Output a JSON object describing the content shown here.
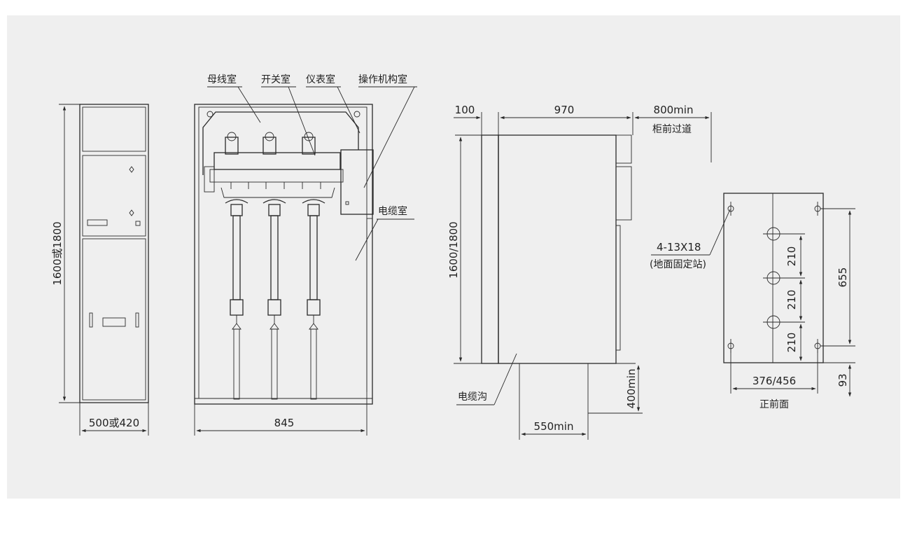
{
  "labels": {
    "busbar_room": "母线室",
    "switch_room": "开关室",
    "meter_room": "仪表室",
    "mechanism_room": "操作机构室",
    "cable_room": "电缆室",
    "cable_trench": "电缆沟",
    "front_passage": "柜前过道",
    "front_face": "正前面",
    "bolt_spec": "4-13X18",
    "bolt_note": "(地面固定站)"
  },
  "dimensions": {
    "front_height": "1600或1800",
    "front_width": "500或420",
    "side_depth": "845",
    "side_offset": "100",
    "side_width": "970",
    "passage_min": "800min",
    "side_height": "1600/1800",
    "trench_depth": "400min",
    "trench_width": "550min",
    "hole_pitch_1": "210",
    "hole_pitch_2": "210",
    "hole_pitch_3": "210",
    "base_height": "655",
    "base_width": "376/456",
    "base_offset": "93"
  }
}
